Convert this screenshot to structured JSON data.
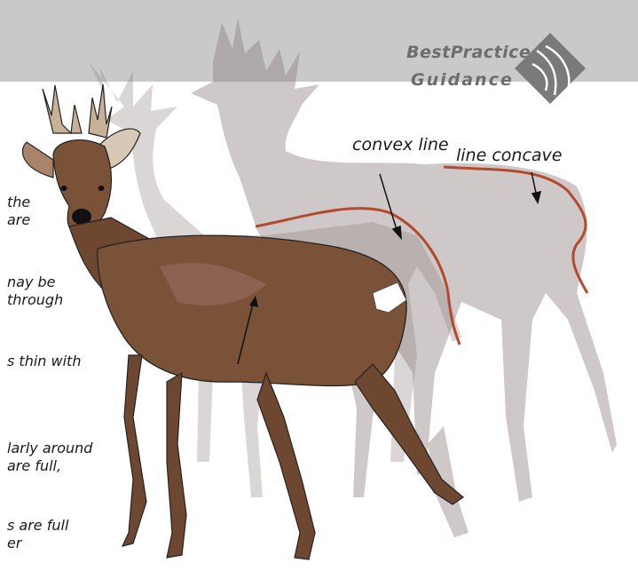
{
  "logo": {
    "line1": "BestPractice",
    "line2": "Guidance"
  },
  "annotations": {
    "convex": "convex line",
    "concave": "line concave"
  },
  "left_text_fragments": [
    "the",
    "are",
    "nay be",
    "through",
    "s thin with",
    "larly around",
    "are full,",
    "s are full",
    "er"
  ],
  "colors": {
    "banner": "#c9c9c9",
    "silhouette": "#8a7f7c",
    "outline": "#b24a2b",
    "coat": "#7a5238"
  }
}
